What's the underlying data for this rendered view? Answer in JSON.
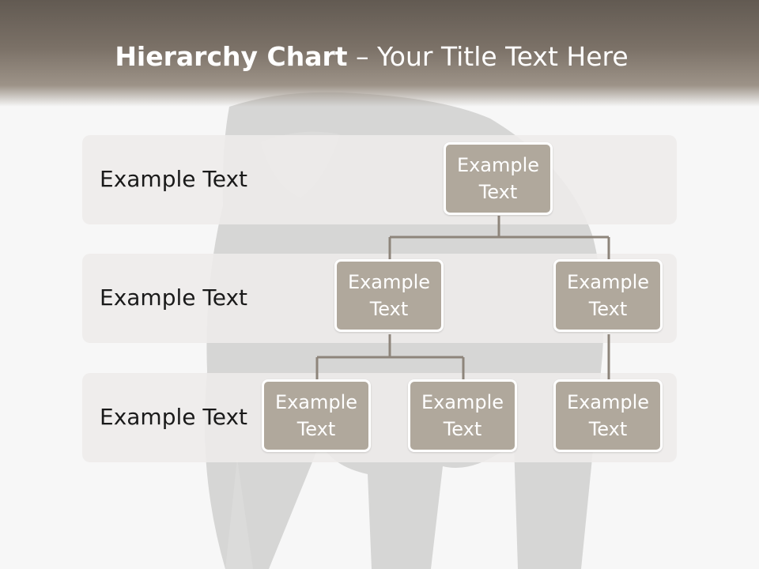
{
  "title": {
    "bold": "Hierarchy Chart",
    "separator": " – ",
    "rest": "Your Title Text Here"
  },
  "levels": [
    {
      "label": "Example Text"
    },
    {
      "label": "Example Text"
    },
    {
      "label": "Example Text"
    }
  ],
  "nodes": {
    "root": "Example Text",
    "level2_left": "Example Text",
    "level2_right": "Example Text",
    "level3_left": "Example Text",
    "level3_middle": "Example Text",
    "level3_right": "Example Text"
  },
  "colors": {
    "title_bar": "#7b7167",
    "node_fill": "#b0a89c",
    "node_border": "#ffffff",
    "band_fill": "#eeecea",
    "connector": "#8e857b"
  }
}
